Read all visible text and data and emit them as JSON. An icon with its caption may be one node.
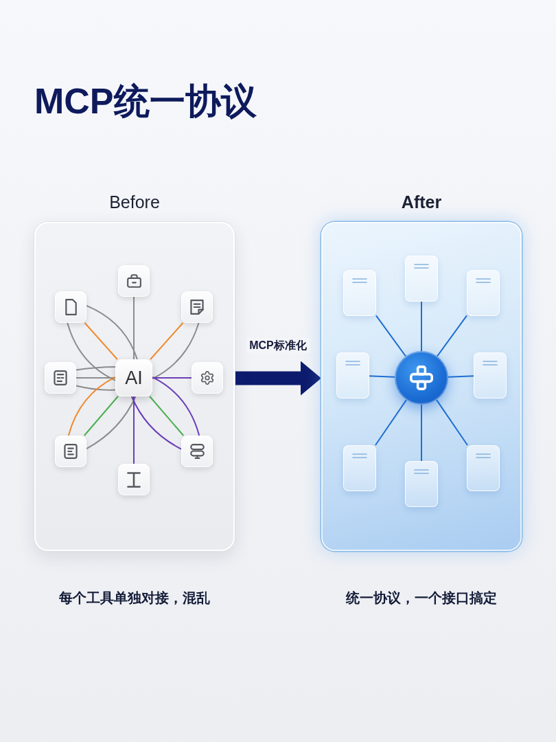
{
  "diagram": {
    "title": "MCP统一协议",
    "nodes": [
      {
        "text": [
          "Before"
        ],
        "beside": [
          "每个工具单独对接，混乱"
        ]
      },
      {
        "text": [
          "AI"
        ],
        "in": 0
      },
      {
        "text": [],
        "shape": "box",
        "in": 0
      },
      {
        "text": [],
        "shape": "box",
        "in": 0
      },
      {
        "text": [],
        "shape": "box",
        "in": 0
      },
      {
        "text": [],
        "shape": "box",
        "in": 0
      },
      {
        "text": [],
        "shape": "box",
        "in": 0
      },
      {
        "text": [],
        "shape": "box",
        "in": 0
      },
      {
        "text": [],
        "shape": "box",
        "in": 0
      },
      {
        "text": [],
        "shape": "box",
        "in": 0
      },
      {
        "text": [
          "After"
        ],
        "beside": [
          "统一协议，一个接口搞定"
        ]
      },
      {
        "text": [],
        "shape": "circle",
        "in": 10
      },
      {
        "text": [],
        "shape": "box",
        "in": 10
      },
      {
        "text": [],
        "shape": "box",
        "in": 10
      },
      {
        "text": [],
        "shape": "box",
        "in": 10
      },
      {
        "text": [],
        "shape": "box",
        "in": 10
      },
      {
        "text": [],
        "shape": "box",
        "in": 10
      },
      {
        "text": [],
        "shape": "box",
        "in": 10
      },
      {
        "text": [],
        "shape": "box",
        "in": 10
      },
      {
        "text": [],
        "shape": "box",
        "in": 10
      }
    ],
    "edges": [
      {
        "from": 1,
        "to": 2,
        "arrow": "none"
      },
      {
        "from": 1,
        "to": 3,
        "arrow": "none",
        "color": "#f0892b"
      },
      {
        "from": 1,
        "to": 3,
        "arrow": "none"
      },
      {
        "from": 1,
        "to": 3,
        "arrow": "none"
      },
      {
        "from": 1,
        "to": 4,
        "arrow": "none",
        "color": "#f0892b"
      },
      {
        "from": 1,
        "to": 4,
        "arrow": "none"
      },
      {
        "from": 1,
        "to": 5,
        "arrow": "none"
      },
      {
        "from": 1,
        "to": 5,
        "arrow": "none"
      },
      {
        "from": 1,
        "to": 5,
        "arrow": "none"
      },
      {
        "from": 1,
        "to": 6,
        "arrow": "none",
        "color": "#6b3fb8"
      },
      {
        "from": 1,
        "to": 7,
        "arrow": "none",
        "color": "#f0892b"
      },
      {
        "from": 1,
        "to": 7,
        "arrow": "none",
        "color": "#4caf50"
      },
      {
        "from": 1,
        "to": 7,
        "arrow": "none"
      },
      {
        "from": 1,
        "to": 8,
        "arrow": "none",
        "color": "#6b3fb8"
      },
      {
        "from": 1,
        "to": 8,
        "arrow": "none",
        "color": "#4caf50"
      },
      {
        "from": 1,
        "to": 8,
        "arrow": "none",
        "color": "#6b3fb8"
      },
      {
        "from": 1,
        "to": 9,
        "arrow": "none",
        "color": "#6b3fb8"
      },
      {
        "from": 11,
        "to": 12,
        "arrow": "none",
        "color": "#1e6fd0"
      },
      {
        "from": 11,
        "to": 13,
        "arrow": "none",
        "color": "#1e6fd0"
      },
      {
        "from": 11,
        "to": 14,
        "arrow": "none",
        "color": "#1e6fd0"
      },
      {
        "from": 11,
        "to": 15,
        "arrow": "none",
        "color": "#1e6fd0"
      },
      {
        "from": 11,
        "to": 16,
        "arrow": "none",
        "color": "#1e6fd0"
      },
      {
        "from": 11,
        "to": 17,
        "arrow": "none",
        "color": "#1e6fd0"
      },
      {
        "from": 11,
        "to": 18,
        "arrow": "none",
        "color": "#1e6fd0"
      },
      {
        "from": 11,
        "to": 19,
        "arrow": "none",
        "color": "#1e6fd0"
      },
      {
        "from": 0,
        "to": 10,
        "arrow": "to",
        "label": "MCP标准化",
        "style": "thick",
        "color": "#0d1b6e"
      }
    ]
  }
}
